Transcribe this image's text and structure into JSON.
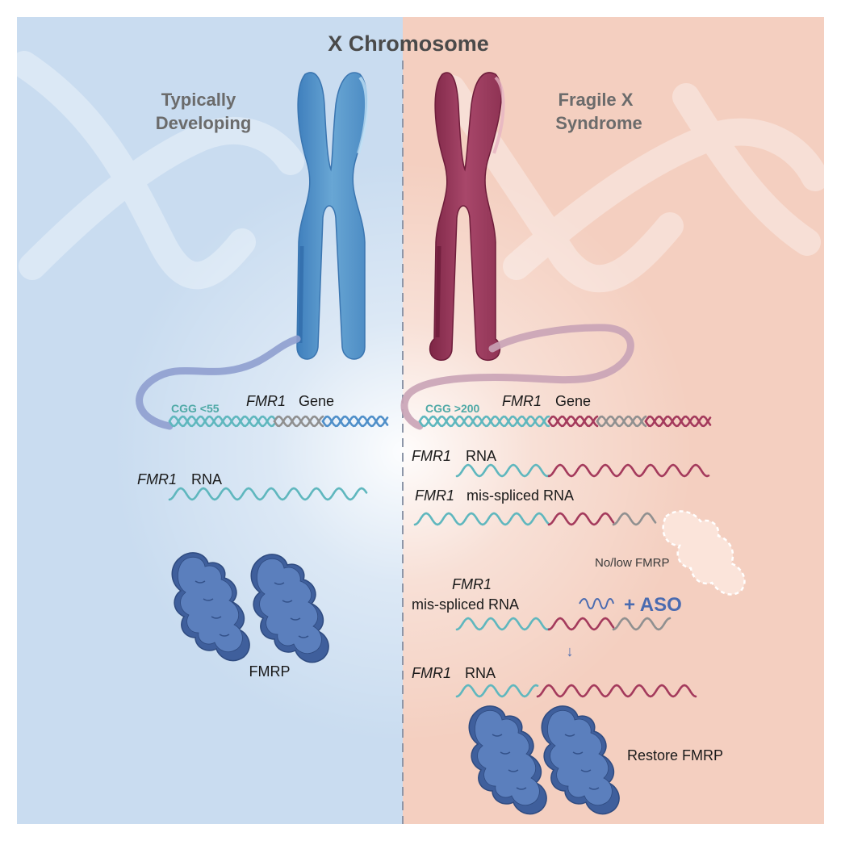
{
  "title": "X Chromosome",
  "left": {
    "heading_line1": "Typically",
    "heading_line2": "Developing",
    "cgg": "CGG <55",
    "gene_italic": "FMR1",
    "gene_label": "Gene",
    "rna_italic": "FMR1",
    "rna_label": "RNA",
    "protein_label": "FMRP"
  },
  "right": {
    "heading_line1": "Fragile X",
    "heading_line2": "Syndrome",
    "cgg": "CGG >200",
    "gene_italic": "FMR1",
    "gene_label": "Gene",
    "rna1_italic": "FMR1",
    "rna1_label": "RNA",
    "missplice_italic": "FMR1",
    "missplice_label": "mis-spliced RNA",
    "nolow_label": "No/low FMRP",
    "aso_italic": "FMR1",
    "aso_rna_label": "mis-spliced RNA",
    "aso_label": "+ ASO",
    "arrow": "↓",
    "rna2_italic": "FMR1",
    "rna2_label": "RNA",
    "restore_label": "Restore FMRP"
  },
  "colors": {
    "left_bg": "#c9dcf0",
    "right_bg": "#f4cfc0",
    "teal": "#5fb7be",
    "blue": "#4f8fc9",
    "gray": "#909090",
    "maroon": "#a43a5c",
    "chromosome_blue": "#5d9acb",
    "chromosome_maroon": "#9c3a5b",
    "protein": "#4d71ae",
    "aso_text": "#4a6bb0"
  }
}
